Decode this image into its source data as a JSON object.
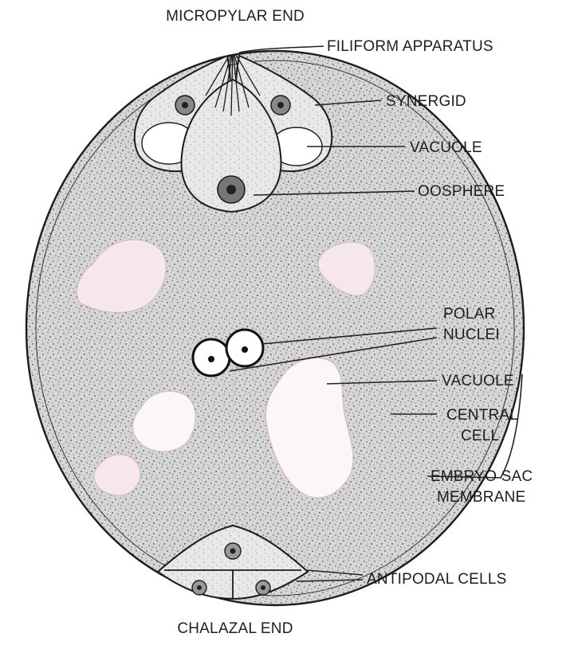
{
  "labels": {
    "micropylar_end": "MICROPYLAR END",
    "filiform_apparatus": "FILIFORM APPARATUS",
    "synergid": "SYNERGID",
    "vacuole_top": "VACUOLE",
    "oosphere": "OOSPHERE",
    "polar_line1": "POLAR",
    "polar_line2": "NUCLEI",
    "vacuole_center": "VACUOLE",
    "central_line1": "CENTRAL",
    "central_line2": "CELL",
    "membrane_line1": "EMBRYO SAC",
    "membrane_line2": "MEMBRANE",
    "antipodal_cells": "ANTIPODAL CELLS",
    "chalazal_end": "CHALAZAL END"
  },
  "colors": {
    "outline": "#1c1c1c",
    "cytoplasm": "#cfcfcf",
    "stipple": "#5a5a5a",
    "vacuole": "#f6e6ee",
    "vacuole_edge": "#d9b9c8"
  }
}
